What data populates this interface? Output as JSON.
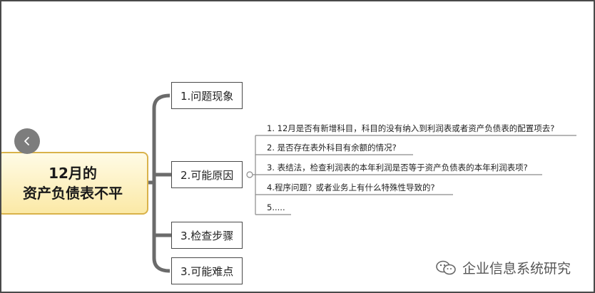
{
  "root": {
    "line1": "12月的",
    "line2": "资产负债表不平"
  },
  "branches": [
    {
      "label": "1.问题现象"
    },
    {
      "label": "2.可能原因"
    },
    {
      "label": "3.检查步骤"
    },
    {
      "label": "3.可能难点"
    }
  ],
  "causes": [
    {
      "text": "1. 12月是否有新增科目，科目的没有纳入到利润表或者资产负债表的配置项去?"
    },
    {
      "text": "2. 是否存在表外科目有余额的情况?"
    },
    {
      "text": "3. 表结法，检查利润表的本年利润是否等于资产负债表的本年利润表项?"
    },
    {
      "text": "4.程序问题？或者业务上有什么特殊性导致的?"
    },
    {
      "text": "5....."
    }
  ],
  "watermark": {
    "text": "企业信息系统研究",
    "icon": "wechat-icon"
  },
  "colors": {
    "connector": "#6b6b6b",
    "root_border": "#d9b24a",
    "root_fill": "#fbe9a6"
  }
}
